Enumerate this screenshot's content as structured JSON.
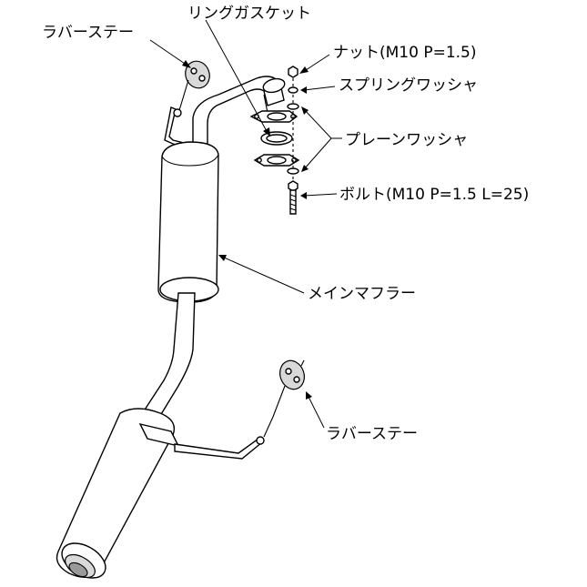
{
  "labels": {
    "rubber_stay_top": "ラバーステー",
    "ring_gasket": "リングガスケット",
    "nut": "ナット(M10 P=1.5)",
    "spring_washer": "スプリングワッシャ",
    "plain_washer": "プレーンワッシャ",
    "bolt": "ボルト(M10 P=1.5 L=25)",
    "main_muffler": "メインマフラー",
    "rubber_stay_bottom": "ラバーステー"
  },
  "colors": {
    "line": "#000000",
    "background": "#ffffff",
    "shade": "#d9d9d9"
  }
}
